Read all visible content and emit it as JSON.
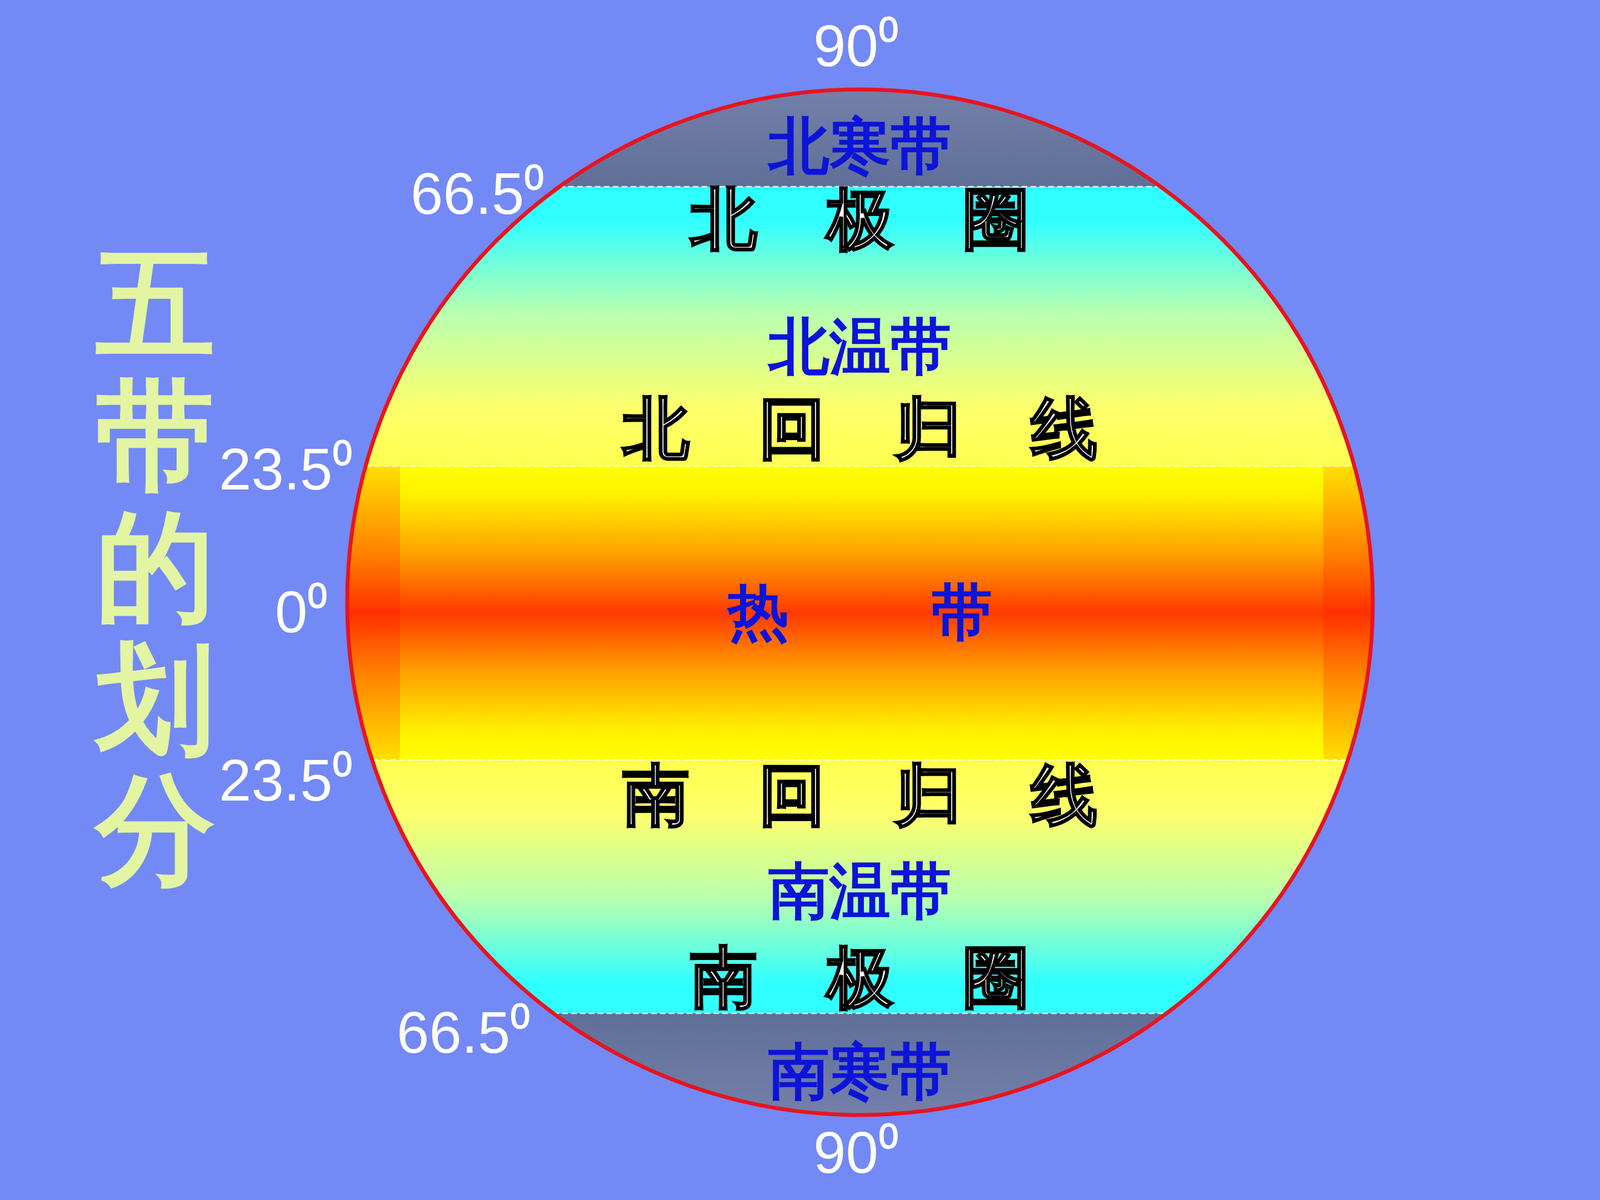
{
  "diagram": {
    "title": "五带的划分",
    "nodes": [
      {
        "text": [
          "北寒带"
        ]
      },
      {
        "text": [
          "北温带"
        ]
      },
      {
        "text": [
          "热带"
        ]
      },
      {
        "text": [
          "南温带"
        ]
      },
      {
        "text": [
          "南寒带"
        ]
      }
    ],
    "labels": [
      "90⁰",
      "66.5⁰",
      "北极圈",
      "23.5⁰",
      "北回归线",
      "0⁰",
      "23.5⁰",
      "南回归线",
      "66.5⁰",
      "南极圈",
      "90⁰"
    ]
  }
}
